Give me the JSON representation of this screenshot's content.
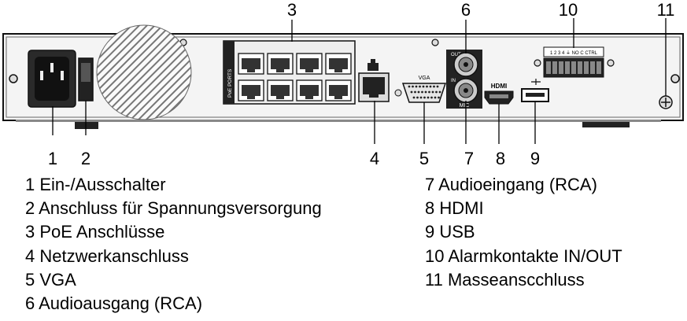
{
  "figure": {
    "labels": {
      "poe_ports": "PoE PORTS",
      "vga": "VGA",
      "out": "OUT",
      "in": "IN",
      "mic": "MIC",
      "hdmi": "HDMI",
      "alarm_strip": "1 2 3 4 ⏚ NO C CTRL"
    },
    "callouts": {
      "n1": "1",
      "n2": "2",
      "n3": "3",
      "n4": "4",
      "n5": "5",
      "n6": "6",
      "n7": "7",
      "n8": "8",
      "n9": "9",
      "n10": "10",
      "n11": "11"
    }
  },
  "legend": {
    "left": [
      "1 Ein-/Ausschalter",
      "2 Anschluss für Spannungsversorgung",
      "3 PoE Anschlüsse",
      "4 Netzwerkanschluss",
      "5 VGA",
      "6 Audioausgang (RCA)"
    ],
    "right": [
      "7 Audioeingang (RCA)",
      "8 HDMI",
      "9 USB",
      "10 Alarmkontakte IN/OUT",
      "11 Masseanscchluss"
    ]
  },
  "colors": {
    "panel": "#f4f4f4",
    "outline": "#111111",
    "dark": "#1a1a1a"
  }
}
